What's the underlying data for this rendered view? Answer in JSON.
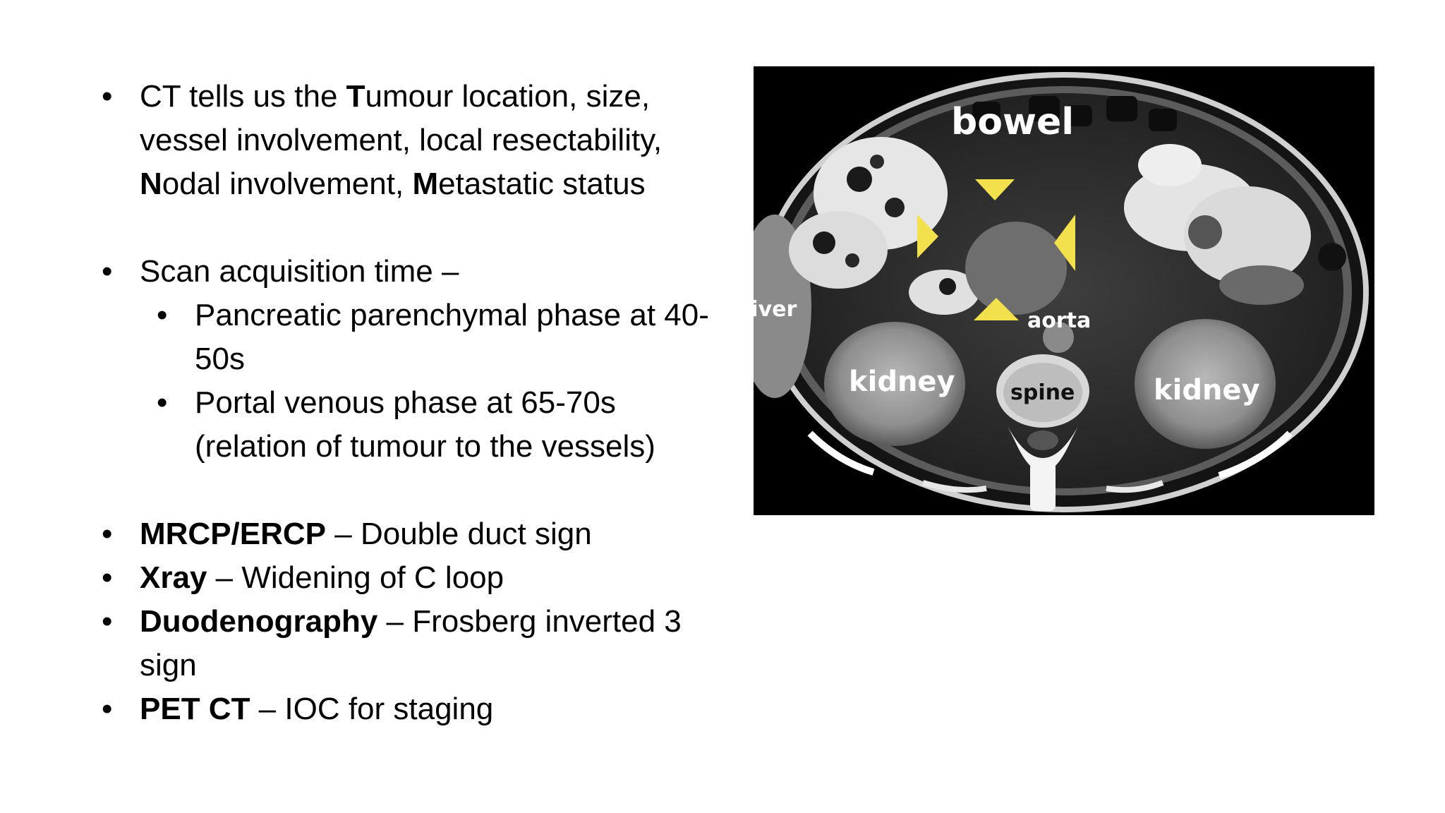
{
  "bullets": {
    "ct_intro": {
      "p1": "CT tells us the ",
      "b1": "T",
      "p2": "umour location, size, vessel involvement, local resectability, ",
      "b2": "N",
      "p3": "odal involvement, ",
      "b3": "M",
      "p4": "etastatic status"
    },
    "scan_time": "Scan acquisition time –",
    "sub": [
      "Pancreatic parenchymal phase at 40-50s",
      "Portal venous phase at 65-70s (relation of tumour to the vessels)"
    ],
    "modalities": [
      {
        "name": "MRCP/ERCP",
        "desc": " – Double duct sign"
      },
      {
        "name": "Xray",
        "desc": " – Widening of C loop"
      },
      {
        "name": "Duodenography",
        "desc": " – Frosberg inverted 3 sign"
      },
      {
        "name": "PET CT",
        "desc": " – IOC for staging"
      }
    ],
    "bullet_symbol": "•"
  },
  "ct_image": {
    "labels": {
      "bowel": "bowel",
      "liver": "liver",
      "aorta": "aorta",
      "spine": "spine",
      "kidney_left": "kidney",
      "kidney_right": "kidney"
    },
    "marker_color": "#f2e14c"
  }
}
